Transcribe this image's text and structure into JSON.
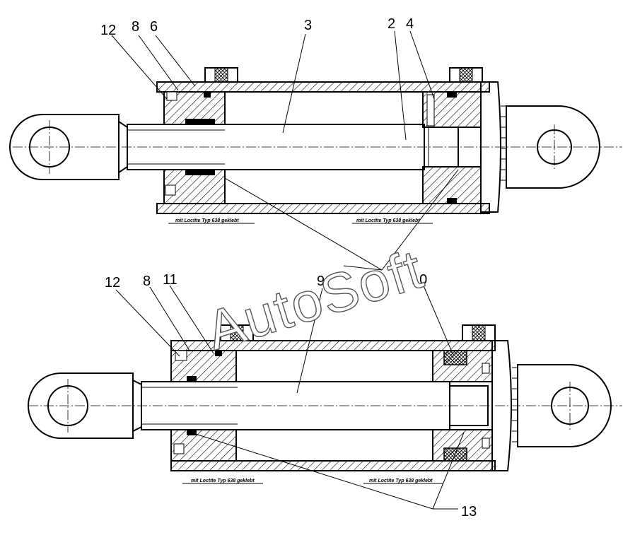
{
  "watermark": "AutoSoft",
  "top_view": {
    "callouts": [
      "12",
      "8",
      "6",
      "3",
      "2",
      "4"
    ],
    "notes": [
      "mit Loctite Typ 638 geklebt",
      "mit Loctite Typ 638 geklebt"
    ]
  },
  "bottom_view": {
    "callouts": [
      "12",
      "8",
      "11",
      "9",
      "10",
      "13"
    ],
    "notes": [
      "mit Loctite Typ 638 geklebt",
      "mit Loctite Typ 638 geklebt"
    ]
  }
}
